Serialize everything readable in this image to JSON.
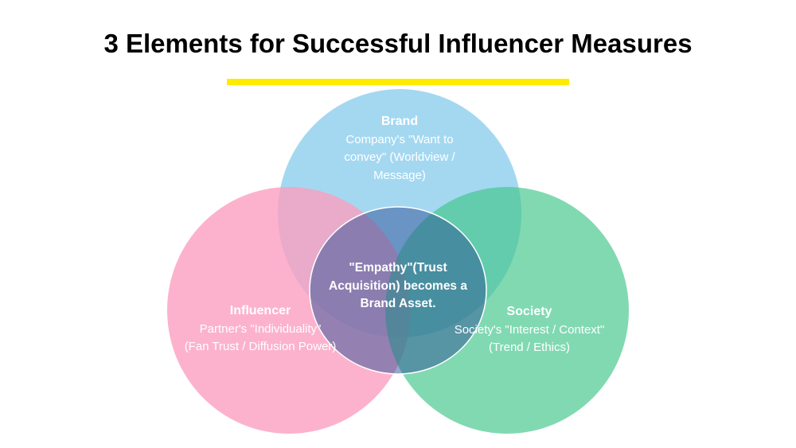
{
  "title": "3 Elements for Successful Influencer Measures",
  "colors": {
    "accent_bar": "#ffeb00",
    "brand": "#9fd6f0",
    "influencer": "#fbb0cb",
    "society": "#7fd6a6",
    "center": "#3a5596"
  },
  "brand": {
    "heading": "Brand",
    "lines": [
      "Company's \"Want to",
      "convey\" (Worldview /",
      "Message)"
    ]
  },
  "influencer": {
    "heading": "Influencer",
    "lines": [
      "Partner's \"Individuality\"",
      "(Fan Trust / Diffusion Power)"
    ]
  },
  "society": {
    "heading": "Society",
    "lines": [
      "Society's \"Interest / Context\"",
      "(Trend / Ethics)"
    ]
  },
  "center": {
    "lines": [
      "\"Empathy\"(Trust",
      "Acquisition) becomes a",
      "Brand Asset."
    ]
  }
}
